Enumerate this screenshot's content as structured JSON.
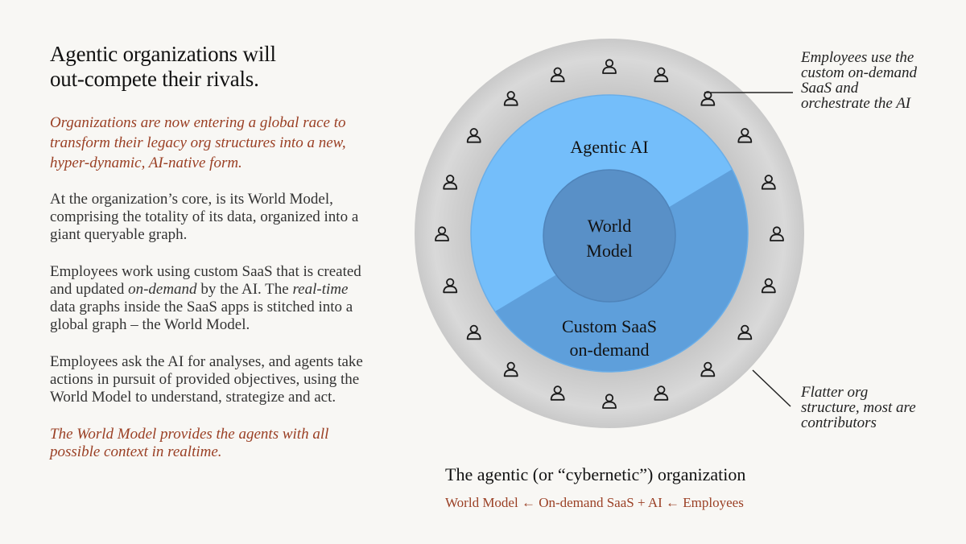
{
  "title_line1": "Agentic organizations will",
  "title_line2": "out-compete their rivals.",
  "intro": "Organizations are now entering a global race to transform their legacy org structures into a new, hyper-dynamic, AI-native form.",
  "para1": "At the organization’s core, is its World Model, comprising the totality of its data, organized into a giant queryable graph.",
  "para2": {
    "a": "Employees work using custom SaaS that is created and updated ",
    "b": "on-demand",
    "c": " by the AI. The ",
    "d": "real-time",
    "e": " data graphs inside the SaaS apps is stitched into a global graph – the World Model."
  },
  "para3": "Employees ask the AI for analyses, and agents take actions in pursuit of provided objectives, using the World Model to understand, strategize and act.",
  "closing": "The World Model provides the agents with all possible context in realtime.",
  "diagram": {
    "agentic_ai": "Agentic AI",
    "world_model_line1": "World",
    "world_model_line2": "Model",
    "saas_line1": "Custom SaaS",
    "saas_line2": "on-demand",
    "employee_icon": "person-icon",
    "employee_count": 20,
    "colors": {
      "outer_ring": "#d3d3d3",
      "agentic_ai": "#74befa",
      "custom_saas": "#5e9fdb",
      "world_model": "#5990c7"
    }
  },
  "callout_top": "Employees use the custom on-demand SaaS and orchestrate the AI",
  "callout_bottom": "Flatter org structure, most are contributors",
  "caption_title": "The agentic (or “cybernetic”) organization",
  "caption_sub": "World Model ← On-demand SaaS + AI ← Employees",
  "accent_color": "#9a3f24"
}
